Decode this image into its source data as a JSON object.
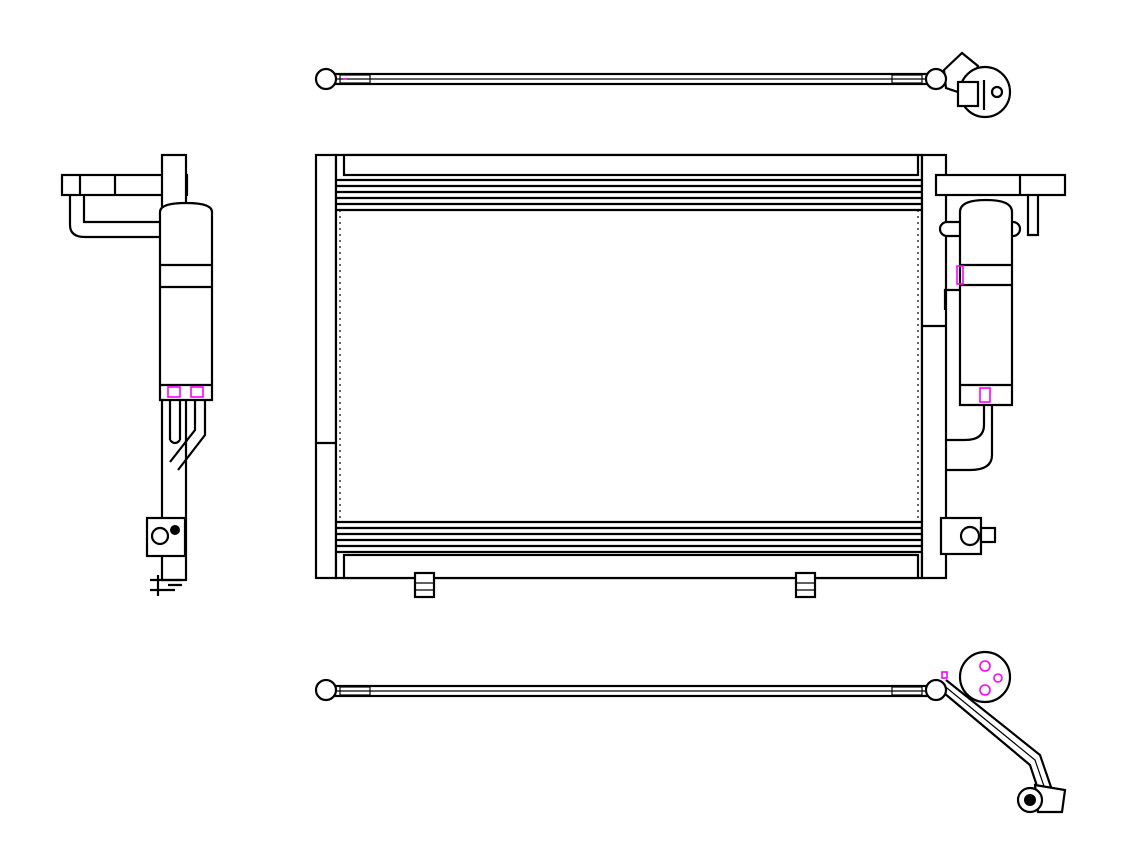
{
  "drawing": {
    "subject": "condenser-assembly",
    "views": [
      "top-view",
      "front-view",
      "left-side-view",
      "right-side-view",
      "bottom-view"
    ]
  },
  "colors": {
    "line": "#000000",
    "highlight": "#ff00ff",
    "background": "#ffffff"
  }
}
